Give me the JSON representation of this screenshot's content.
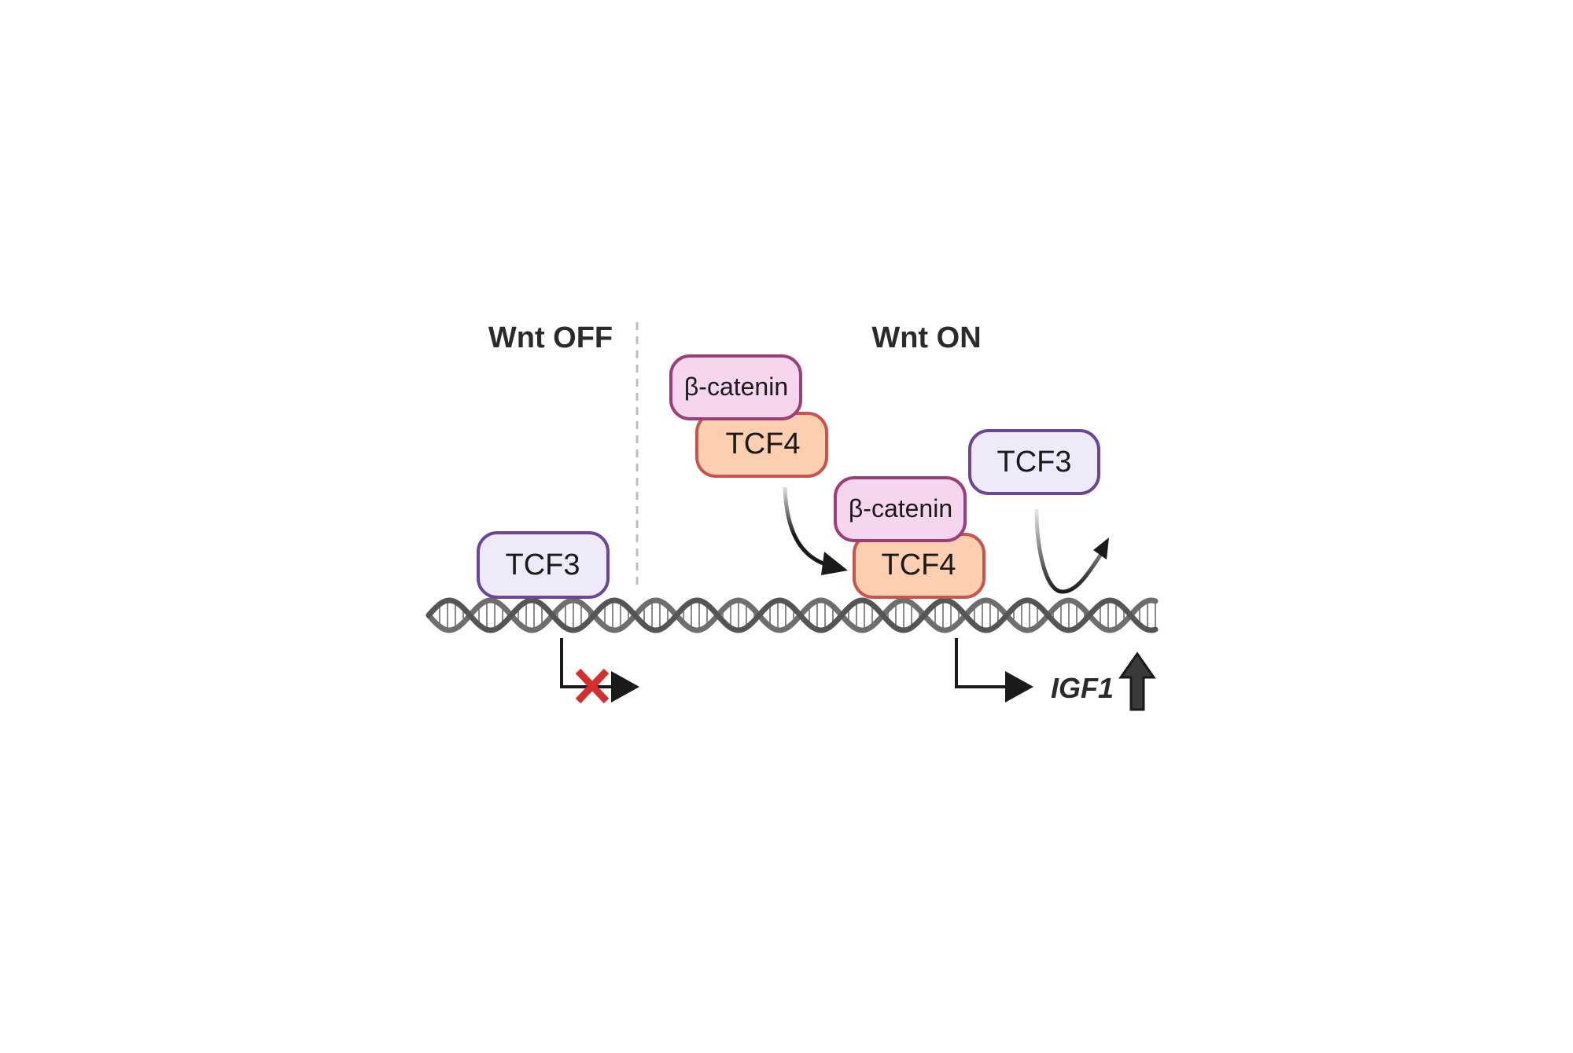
{
  "headings": {
    "wnt_off": "Wnt OFF",
    "wnt_on": "Wnt ON"
  },
  "proteins": {
    "tcf3_bound": "TCF3",
    "beta_catenin_free": "β-catenin",
    "tcf4_free": "TCF4",
    "beta_catenin_bound": "β-catenin",
    "tcf4_bound": "TCF4",
    "tcf3_released": "TCF3"
  },
  "gene": {
    "name": "IGF1"
  },
  "colors": {
    "tcf3_fill": "#efeafa",
    "tcf3_stroke": "#6a4695",
    "tcf4_fill": "#fccfb0",
    "tcf4_stroke": "#c9534f",
    "beta_catenin_fill": "#f6d6ee",
    "beta_catenin_stroke": "#9c3e78",
    "dna_strand": "#6e6e6e",
    "inhibit_cross": "#d32f2f",
    "arrow": "#1a1a1a"
  },
  "icons": {
    "blocked_transcription": "red-x-icon",
    "transcription_start": "bent-arrow-icon",
    "upregulation": "up-arrow-icon"
  }
}
